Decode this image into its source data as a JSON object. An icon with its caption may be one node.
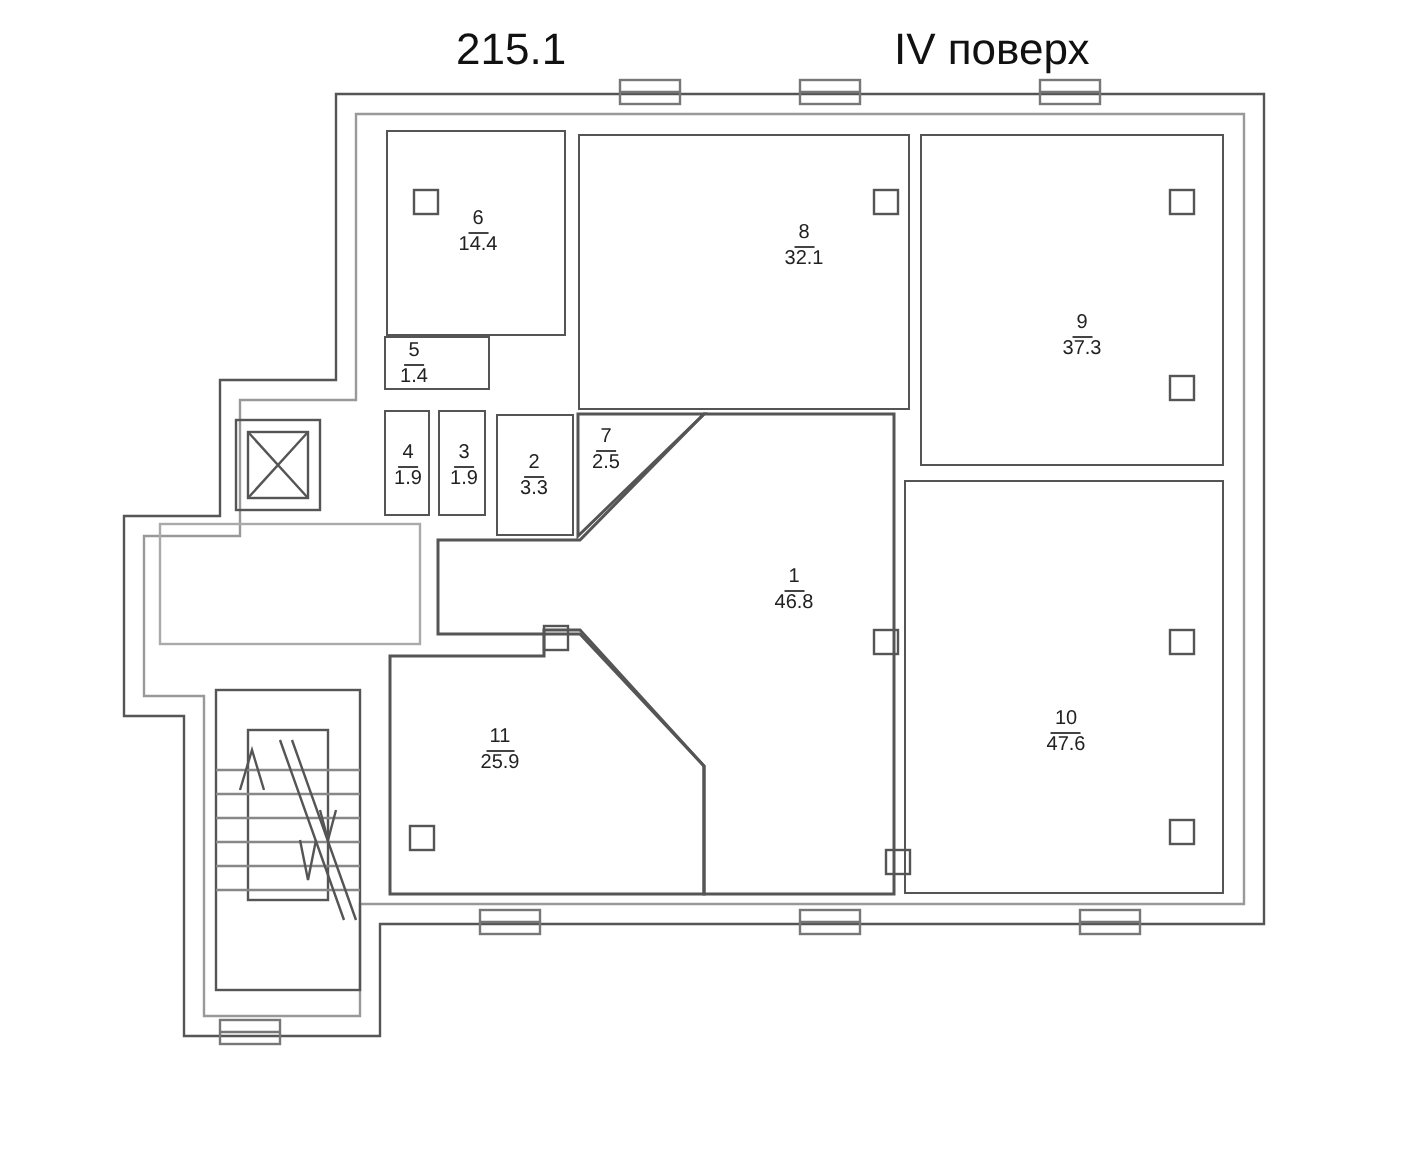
{
  "diagram": {
    "nodes": [
      {
        "text": [
          "6",
          "14.4"
        ]
      },
      {
        "text": [
          "8",
          "32.1"
        ]
      },
      {
        "text": [
          "9",
          "37.3"
        ]
      },
      {
        "text": [
          "5",
          "1.4"
        ]
      },
      {
        "text": [
          "4",
          "1.9"
        ]
      },
      {
        "text": [
          "3",
          "1.9"
        ]
      },
      {
        "text": [
          "2",
          "3.3"
        ]
      },
      {
        "text": [
          "7",
          "2.5"
        ]
      },
      {
        "text": [
          "1",
          "46.8"
        ]
      },
      {
        "text": [
          "11",
          "25.9"
        ]
      },
      {
        "text": [
          "10",
          "47.6"
        ]
      }
    ],
    "labels": [
      "215.1",
      "IV поверх"
    ]
  }
}
